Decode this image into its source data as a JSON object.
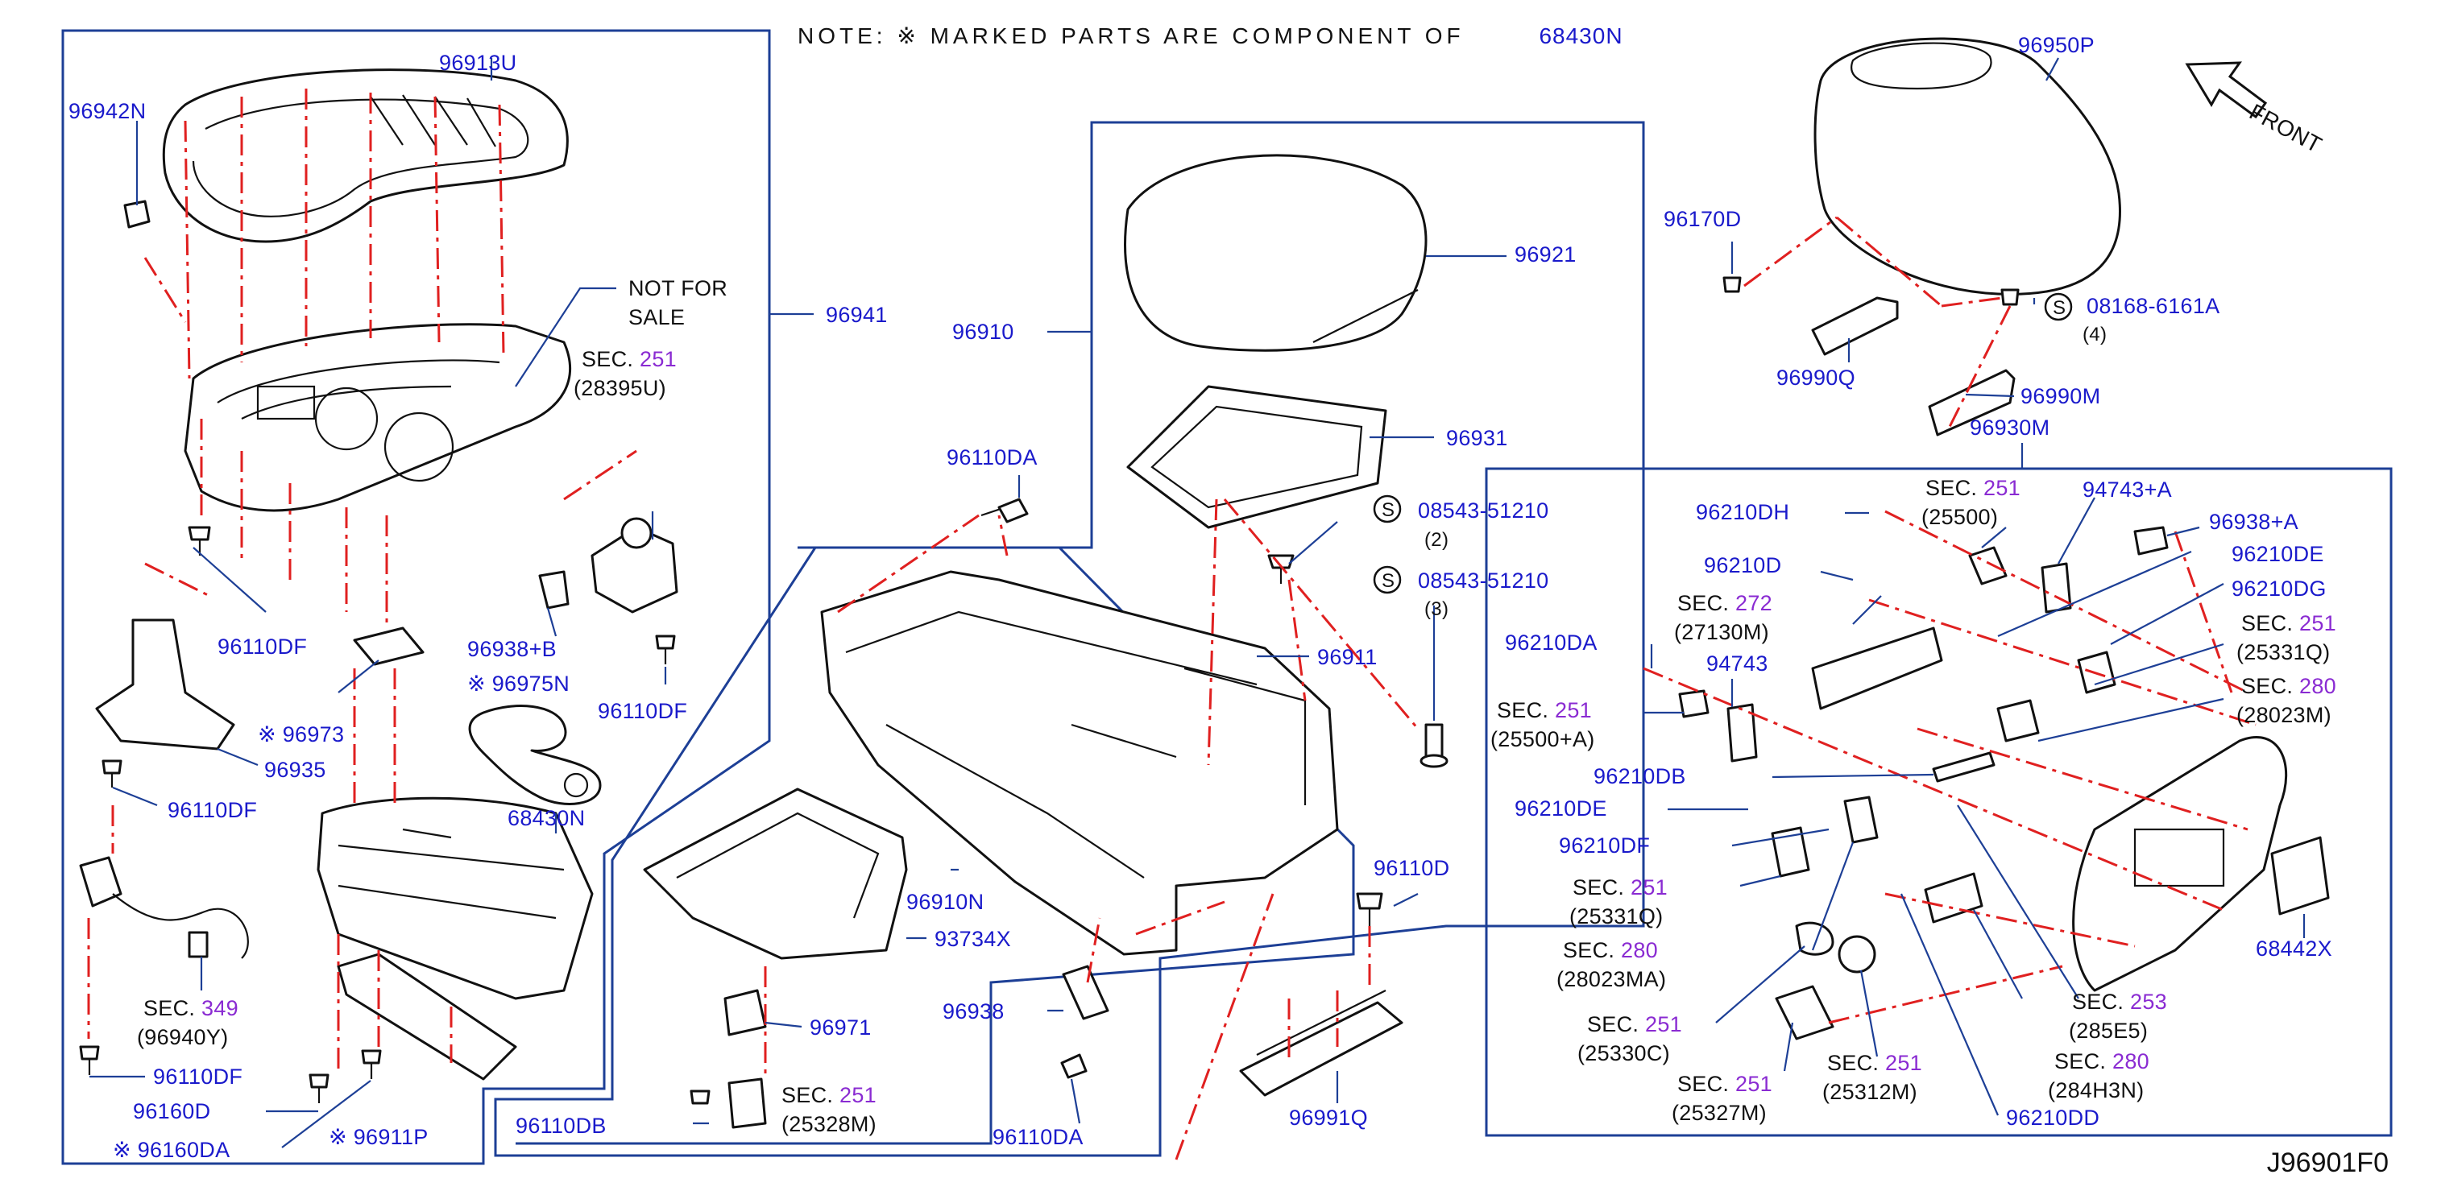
{
  "note": {
    "text": "NOTE:  ※ MARKED PARTS ARE COMPONENT OF",
    "ref": "68430N"
  },
  "drawing_number": "J96901F0",
  "front_label": "FRONT",
  "labels": {
    "p96913U": "96913U",
    "p96942N": "96942N",
    "not_for_sale_1": "NOT  FOR",
    "not_for_sale_2": "SALE",
    "p96941": "96941",
    "sec251_a_word": "SEC.",
    "sec251_a_num": "251",
    "sec251_a_ref": "(28395U)",
    "p96110DF_a": "96110DF",
    "p96938B": "96938+B",
    "p96975N": "※ 96975N",
    "p96110DF_b": "96110DF",
    "p96973": "※ 96973",
    "p96935": "96935",
    "p96110DF_c": "96110DF",
    "p68430N": "68430N",
    "sec349_word": "SEC.",
    "sec349_num": "349",
    "sec349_ref": "(96940Y)",
    "p96110DF_d": "96110DF",
    "p96160D": "96160D",
    "p96911P": "※ 96911P",
    "p96160DA": "※ 96160DA",
    "p96910": "96910",
    "p96921": "96921",
    "p96931": "96931",
    "p96110DA_a": "96110DA",
    "s08543_a": "08543-51210",
    "s08543_a_qty": "(2)",
    "s08543_b": "08543-51210",
    "s08543_b_qty": "(3)",
    "p96911": "96911",
    "p96910N": "96910N",
    "p93734X": "93734X",
    "p96971": "96971",
    "p96938": "96938",
    "sec251_b_word": "SEC.",
    "sec251_b_num": "251",
    "sec251_b_ref": "(25328M)",
    "p96110DB": "96110DB",
    "p96110DA_b": "96110DA",
    "p96110D": "96110D",
    "p96991Q": "96991Q",
    "p96950P": "96950P",
    "p96170D": "96170D",
    "s08168": "08168-6161A",
    "s08168_qty": "(4)",
    "p96990Q": "96990Q",
    "p96990M": "96990M",
    "p96930M": "96930M",
    "p96210DH": "96210DH",
    "sec251_c_word": "SEC.",
    "sec251_c_num": "251",
    "sec251_c_ref": "(25500)",
    "p94743A": "94743+A",
    "p96938A": "96938+A",
    "p96210D": "96210D",
    "p96210DE_a": "96210DE",
    "sec272_word": "SEC.",
    "sec272_num": "272",
    "sec272_ref": "(27130M)",
    "p96210DG": "96210DG",
    "p96210DA_r": "96210DA",
    "sec251_d_word": "SEC.",
    "sec251_d_num": "251",
    "sec251_d_ref": "(25331Q)",
    "p94743": "94743",
    "sec280_a_word": "SEC.",
    "sec280_a_num": "280",
    "sec280_a_ref": "(28023M)",
    "sec251_e_word": "SEC.",
    "sec251_e_num": "251",
    "sec251_e_ref": "(25500+A)",
    "p96210DB": "96210DB",
    "p96210DE_b": "96210DE",
    "p96210DF": "96210DF",
    "sec251_f_word": "SEC.",
    "sec251_f_num": "251",
    "sec251_f_ref": "(25331Q)",
    "sec280_b_word": "SEC.",
    "sec280_b_num": "280",
    "sec280_b_ref": "(28023MA)",
    "sec251_g_word": "SEC.",
    "sec251_g_num": "251",
    "sec251_g_ref": "(25330C)",
    "sec251_h_word": "SEC.",
    "sec251_h_num": "251",
    "sec251_h_ref": "(25327M)",
    "sec251_i_word": "SEC.",
    "sec251_i_num": "251",
    "sec251_i_ref": "(25312M)",
    "sec253_word": "SEC.",
    "sec253_num": "253",
    "sec253_ref": "(285E5)",
    "sec280_c_word": "SEC.",
    "sec280_c_num": "280",
    "sec280_c_ref": "(284H3N)",
    "p96210DD": "96210DD",
    "p68442X": "68442X",
    "s_symbol": "S"
  }
}
